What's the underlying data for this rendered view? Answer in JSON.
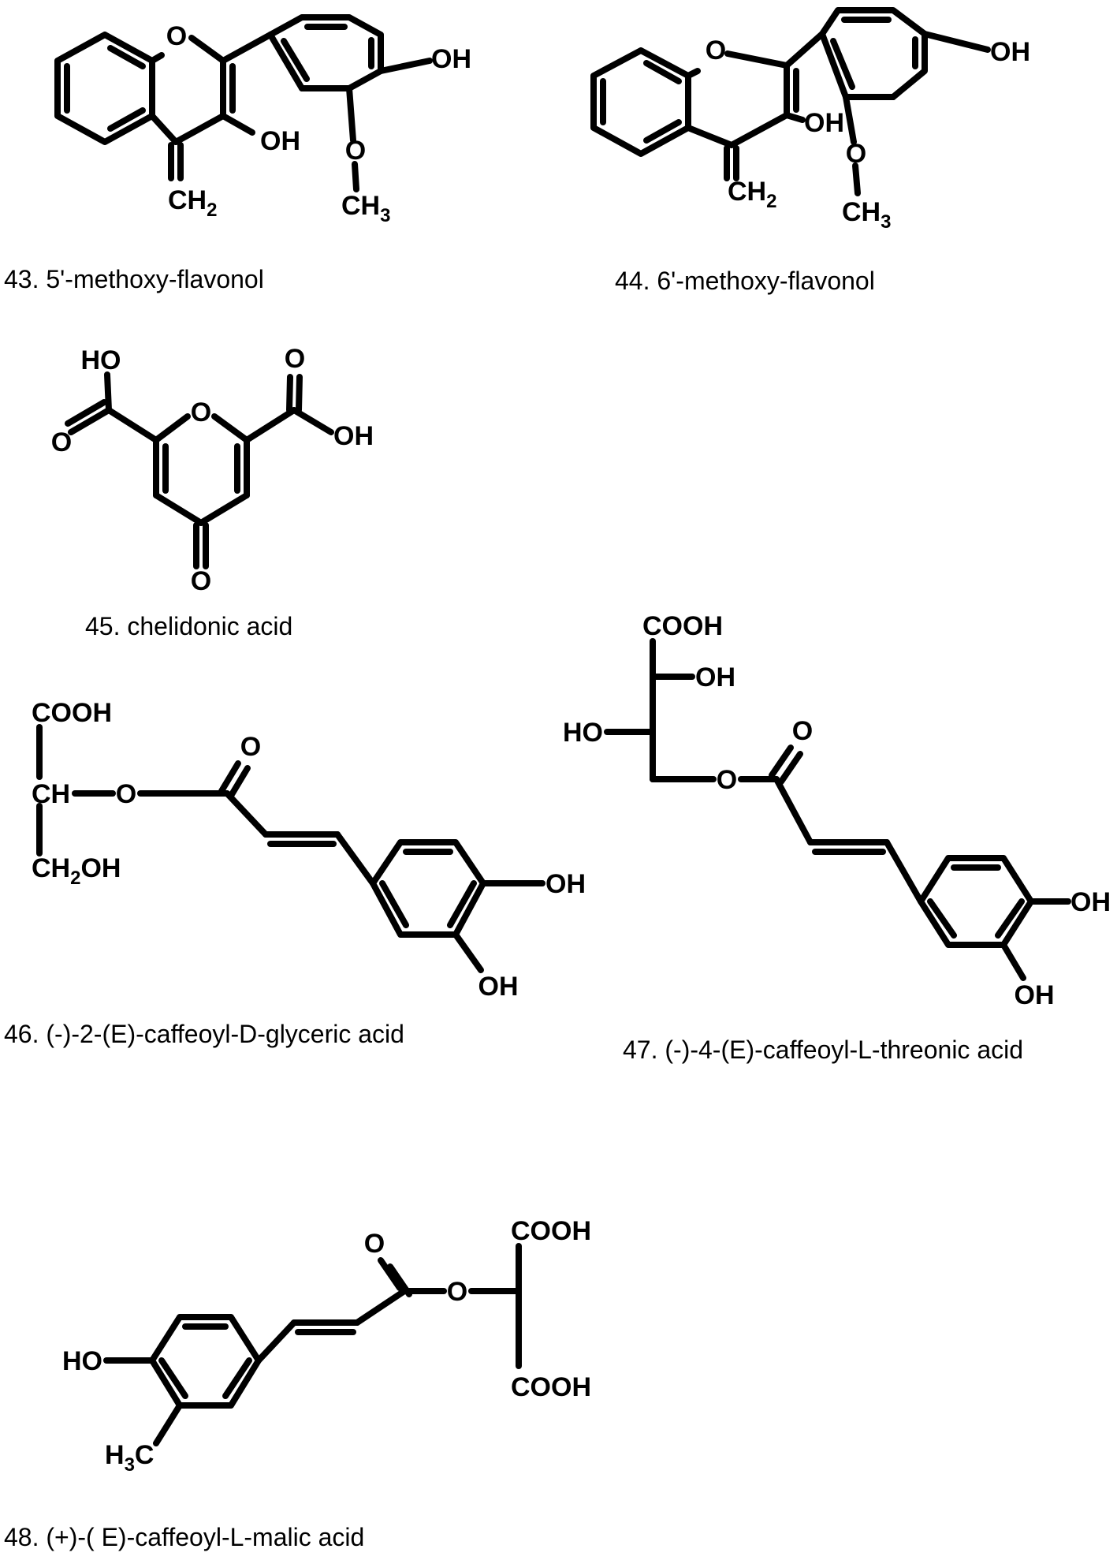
{
  "compounds": [
    {
      "caption": "43. 5'-methoxy-flavonol",
      "labels": {
        "ring_o": "O",
        "oh_b": "OH",
        "oh_c": "OH",
        "methylene": "CH",
        "methylene_sub": "2",
        "ether_o": "O",
        "methyl": "CH",
        "methyl_sub": "3"
      }
    },
    {
      "caption": "44. 6'-methoxy-flavonol",
      "labels": {
        "ring_o": "O",
        "oh_b": "OH",
        "oh_c": "OH",
        "methylene": "CH",
        "methylene_sub": "2",
        "ether_o": "O",
        "methyl": "CH",
        "methyl_sub": "3"
      }
    },
    {
      "caption": "45. chelidonic acid",
      "labels": {
        "ho_left": "HO",
        "o_left": "O",
        "ring_o": "O",
        "o_right": "O",
        "oh_right": "OH",
        "keto_o": "O"
      }
    },
    {
      "caption": "46. (-)-2-(E)-caffeoyl-D-glyceric acid",
      "labels": {
        "cooh": "COOH",
        "ch": "CH",
        "ester_o": "O",
        "carbonyl_o": "O",
        "ch2oh_pre": "CH",
        "ch2oh_sub": "2",
        "ch2oh_post": "OH",
        "oh_para": "OH",
        "oh_meta": "OH"
      }
    },
    {
      "caption": "47. (-)-4-(E)-caffeoyl-L-threonic acid",
      "labels": {
        "cooh": "COOH",
        "oh_top": "OH",
        "ho_left": "HO",
        "ester_o": "O",
        "carbonyl_o": "O",
        "oh_para": "OH",
        "oh_meta": "OH"
      }
    },
    {
      "caption": "48. (+)-( E)-caffeoyl-L-malic acid",
      "labels": {
        "ho": "HO",
        "methyl_pre": "H",
        "methyl_sub": "3",
        "methyl_post": "C",
        "carbonyl_o": "O",
        "ester_o": "O",
        "cooh_top": "COOH",
        "cooh_bottom": "COOH"
      }
    }
  ]
}
